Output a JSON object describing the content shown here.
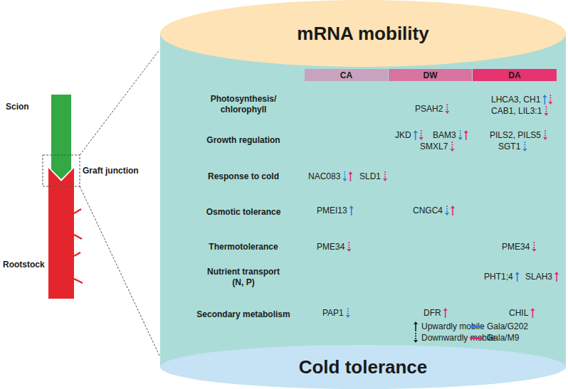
{
  "diagram": {
    "nodes": [
      {
        "text": [
          "mRNA mobility"
        ]
      },
      {
        "text": [
          "CA"
        ]
      },
      {
        "text": [
          "DW"
        ]
      },
      {
        "text": [
          "DA"
        ]
      },
      {
        "text": [
          "Cold tolerance"
        ]
      }
    ],
    "labels": [
      "Scion",
      "Graft junction",
      "Rootstock",
      "Photosynthesis/ chlorophyll",
      "Growth regulation",
      "Response to cold",
      "Osmotic tolerance",
      "Thermotolerance",
      "Nutrient transport (N, P)",
      "Secondary metabolism",
      "PSAH2",
      "LHCA3, CH1",
      "CAB1, LIL3:1",
      "JKD",
      "BAM3",
      "PILS2, PILS5",
      "SMXL7",
      "SGT1",
      "NAC083",
      "SLD1",
      "PMEI13",
      "CNGC4",
      "PME34",
      "PME34",
      "PHT1;4",
      "SLAH3",
      "PAP1",
      "DFR",
      "CHIL"
    ],
    "legend": [
      {
        "text": "Upwardly mobile"
      },
      {
        "text": "Downwardly mobile"
      },
      {
        "text": "Gala/G202",
        "color": "#2f7fd6"
      },
      {
        "text": "Gala/M9",
        "color": "#e0287a"
      }
    ]
  }
}
